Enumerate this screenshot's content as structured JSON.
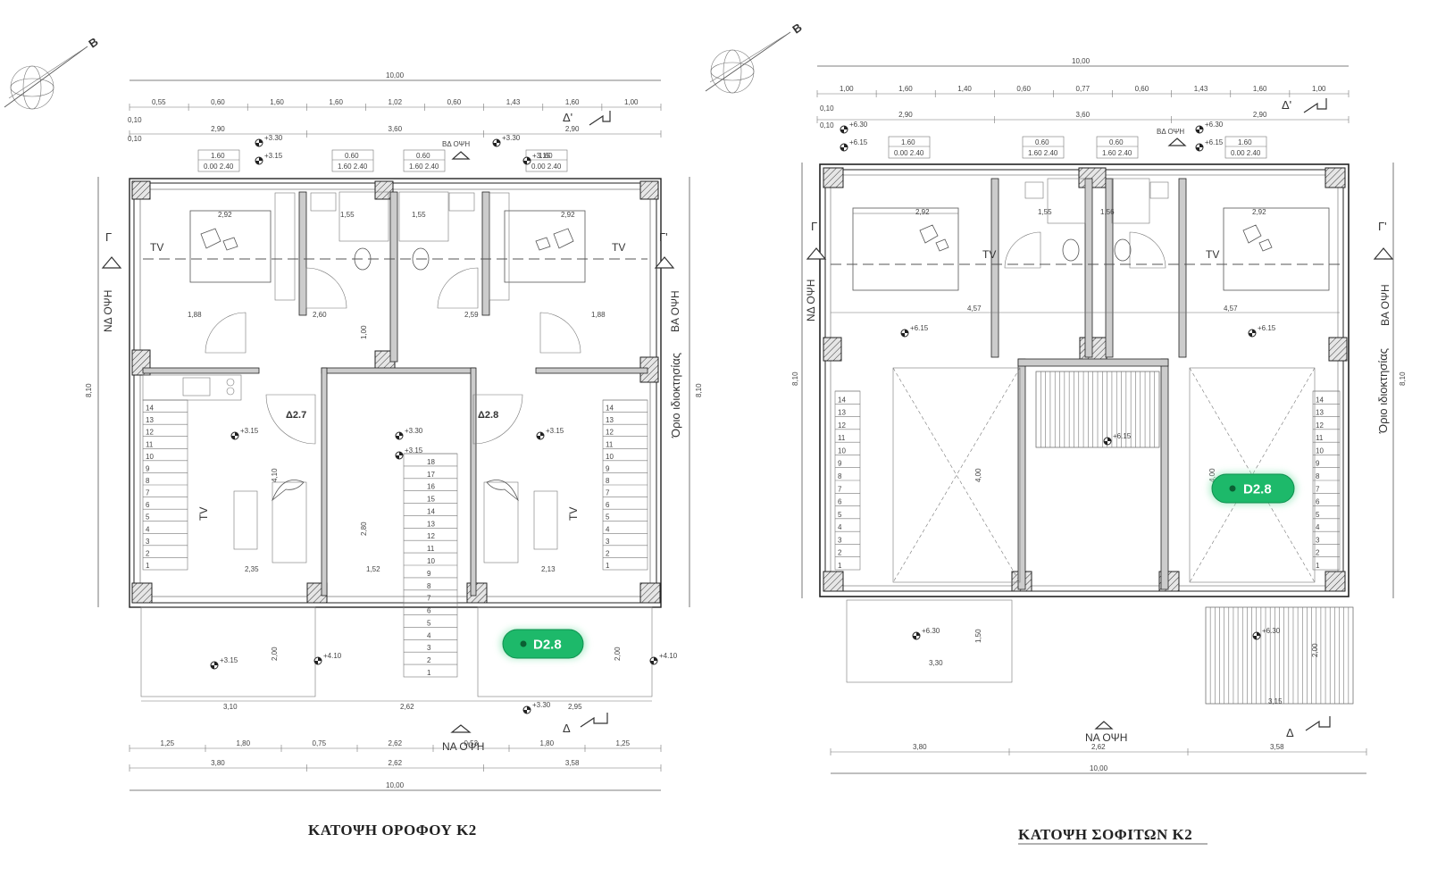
{
  "plans": [
    {
      "title": "ΚΑΤΟΨΗ ΟΡΟΦΟΥ Κ2",
      "badge": "D2.8",
      "north": "B",
      "rooms": {
        "left": "Δ2.7",
        "right": "Δ2.8"
      },
      "facades": {
        "top": "ΒΔ ΟΨΗ",
        "bottom": "ΝΑ ΟΨΗ",
        "left": "ΝΔ ΟΨΗ",
        "right": "ΒΑ ΟΨΗ"
      },
      "boundary": "Όριο ιδιοκτησίας",
      "sections": {
        "top_right": "Δ'",
        "bottom_right": "Δ",
        "left": "Γ",
        "right": "Γ'"
      },
      "levels": [
        "+3.30",
        "+3.15",
        "+3.15",
        "+3.30",
        "+3.15",
        "+3.15",
        "+3.15",
        "+4.10",
        "+3.15",
        "+3.30",
        "+4.10",
        "+3.30"
      ],
      "tv": "TV",
      "dims_top_total": "10,00",
      "dims_top_row": [
        "0,55",
        "0,60",
        "1,60",
        "1,60",
        "1,02",
        "0,60",
        "1,43",
        "1,60",
        "1,00"
      ],
      "dims_top_row2": [
        "2,90",
        "3,60",
        "2,90"
      ],
      "dims_bottom_row1": [
        "1,25",
        "1,80",
        "0,75",
        "2,62",
        "0,53",
        "1,80",
        "1,25"
      ],
      "dims_bottom_row2": [
        "3,80",
        "2,62",
        "3,58"
      ],
      "dims_bottom_total": "10,00",
      "height_total": "8,10",
      "windows": [
        "1.60 / 0.00 2.40",
        "0.60 / 1.60 2.40",
        "0.60 / 1.60 2.40",
        "1.60 / 0.00 2.40"
      ],
      "inner_dims": [
        "2,92",
        "1,55",
        "1,55",
        "2,92",
        "1,88",
        "2,60",
        "2,59",
        "1,88",
        "2,35",
        "1,52",
        "2,13",
        "3,10",
        "2,62",
        "2,95",
        "4,10",
        "2,80",
        "2,00",
        "2,00",
        "1,00"
      ]
    },
    {
      "title": "ΚΑΤΟΨΗ ΣΟΦΙΤΩΝ Κ2",
      "badge": "D2.8",
      "north": "B",
      "facades": {
        "top": "ΒΔ ΟΨΗ",
        "bottom": "ΝΑ ΟΨΗ",
        "left": "ΝΔ ΟΨΗ",
        "right": "ΒΑ ΟΨΗ"
      },
      "boundary": "Όριο ιδιοκτησίας",
      "sections": {
        "top_right": "Δ'",
        "bottom_right": "Δ",
        "left": "Γ",
        "right": "Γ'"
      },
      "levels": [
        "+6.30",
        "+6.15",
        "+6.30",
        "+6.15",
        "+6.15",
        "+6.15",
        "+6.15",
        "+6.30",
        "+6.30"
      ],
      "tv": "TV",
      "dims_top_total": "10,00",
      "dims_top_row": [
        "1,00",
        "1,60",
        "1,40",
        "0,60",
        "0,77",
        "0,60",
        "1,43",
        "1,60",
        "1,00"
      ],
      "dims_top_row2": [
        "2,90",
        "3,60",
        "2,90"
      ],
      "dims_bottom_row": [
        "3,80",
        "2,62",
        "3,58"
      ],
      "dims_bottom_total": "10,00",
      "height_total": "8,10",
      "inner_dims": [
        "2,92",
        "1,55",
        "1,56",
        "2,92",
        "4,57",
        "4,57",
        "4,00",
        "4,00",
        "3,30",
        "3,15",
        "1,50",
        "2,00"
      ]
    }
  ],
  "stair_left": [
    "18",
    "17",
    "16",
    "15",
    "14",
    "13",
    "12",
    "11",
    "10",
    "9",
    "8",
    "7",
    "6",
    "5",
    "4",
    "3",
    "2",
    "1"
  ],
  "stair_side": [
    "14",
    "13",
    "12",
    "11",
    "10",
    "9",
    "8",
    "7",
    "6",
    "5",
    "4",
    "3",
    "2",
    "1"
  ],
  "colors": {
    "badge": "#1db96a",
    "badge_glow": "#9ee8bf"
  }
}
